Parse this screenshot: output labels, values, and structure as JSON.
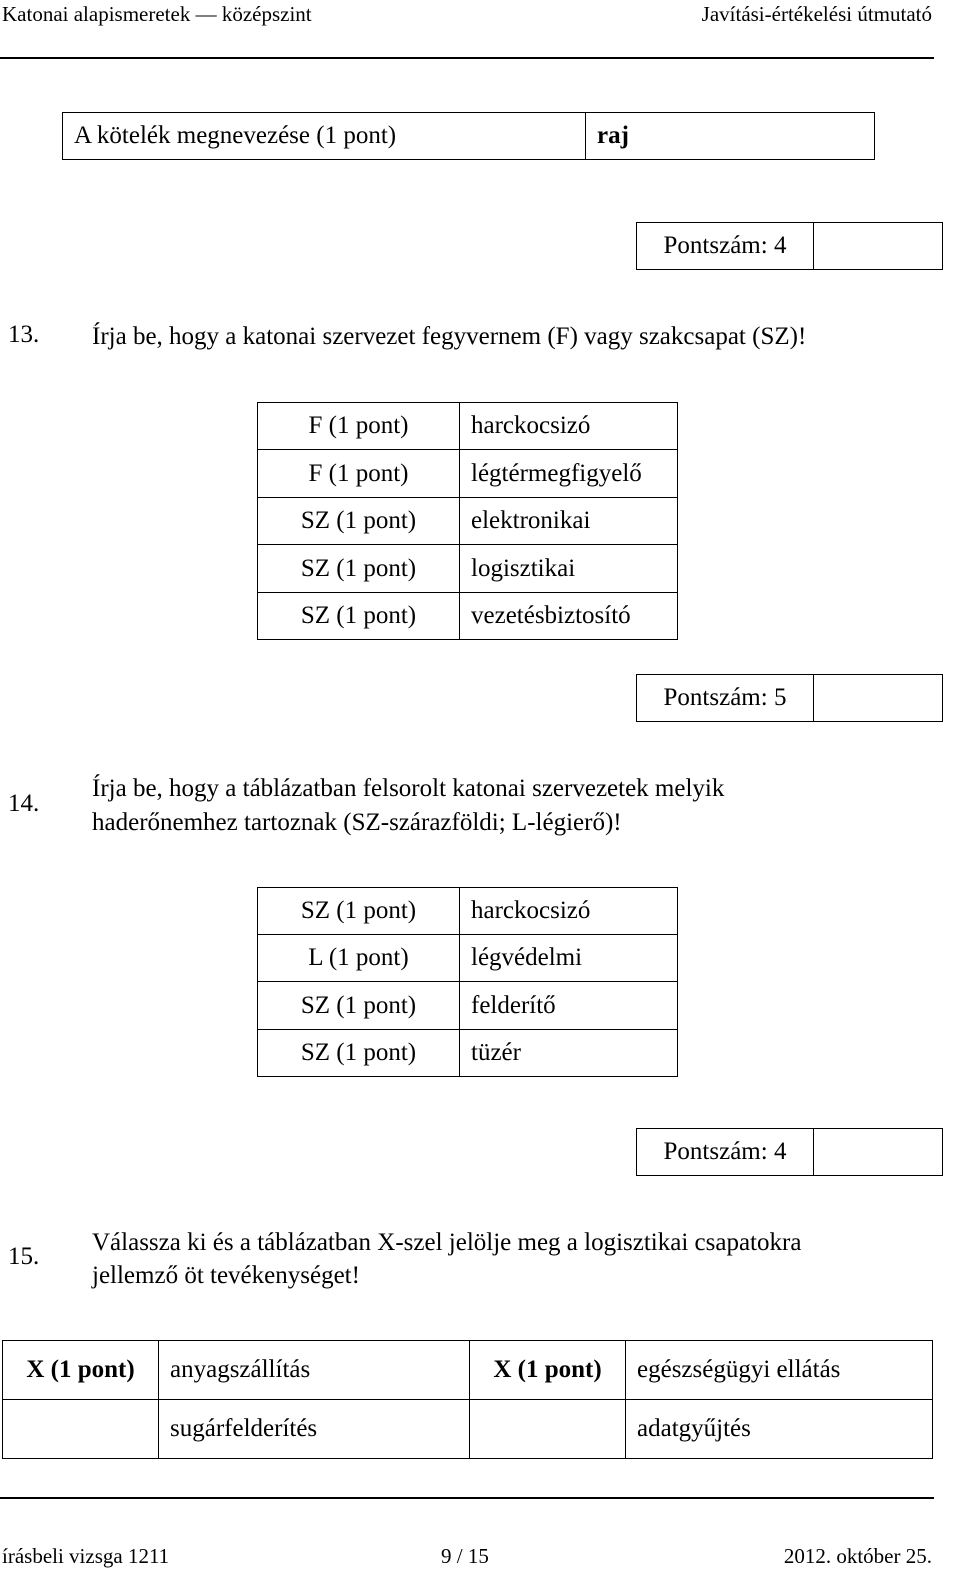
{
  "header": {
    "left": "Katonai alapismeretek — középszint",
    "right": "Javítási-értékelési útmutató"
  },
  "bond_table": {
    "label": "A kötelék megnevezése (1 pont)",
    "answer": "raj"
  },
  "score_label_12": "Pontszám: 4",
  "q13": {
    "number": "13.",
    "text": "Írja be, hogy a katonai szervezet fegyvernem (F) vagy szakcsapat (SZ)!",
    "rows": [
      {
        "answer": "F (1 pont)",
        "item": "harckocsizó"
      },
      {
        "answer": "F (1 pont)",
        "item": "légtérmegfigyelő"
      },
      {
        "answer": "SZ (1 pont)",
        "item": "elektronikai"
      },
      {
        "answer": "SZ (1 pont)",
        "item": "logisztikai"
      },
      {
        "answer": "SZ (1 pont)",
        "item": "vezetésbiztosító"
      }
    ],
    "score_label": "Pontszám: 5"
  },
  "q14": {
    "number": "14.",
    "text_line1": "Írja be, hogy a táblázatban felsorolt katonai szervezetek melyik",
    "text_line2": "haderőnemhez tartoznak (SZ-szárazföldi; L-légierő)!",
    "rows": [
      {
        "answer": "SZ (1 pont)",
        "item": "harckocsizó"
      },
      {
        "answer": "L (1 pont)",
        "item": "légvédelmi"
      },
      {
        "answer": "SZ (1 pont)",
        "item": "felderítő"
      },
      {
        "answer": "SZ (1 pont)",
        "item": "tüzér"
      }
    ],
    "score_label": "Pontszám: 4"
  },
  "q15": {
    "number": "15.",
    "text_line1": "Válassza ki és a táblázatban X-szel jelölje meg a logisztikai csapatokra",
    "text_line2": "jellemző öt tevékenységet!",
    "rows": [
      [
        "X (1 pont)",
        "anyagszállítás",
        "X (1 pont)",
        "egészségügyi ellátás"
      ],
      [
        "",
        "sugárfelderítés",
        "",
        "adatgyűjtés"
      ]
    ]
  },
  "footer": {
    "left": "írásbeli vizsga 1211",
    "center": "9 / 15",
    "right": "2012. október 25."
  }
}
